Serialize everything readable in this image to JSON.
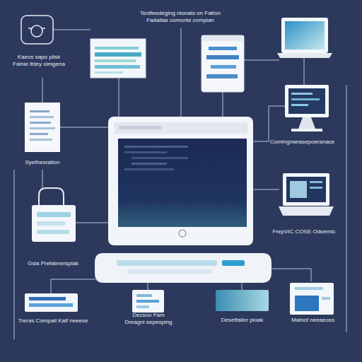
{
  "diagram": {
    "nodes": [
      {
        "text": [
          "Kaeos sapo pilsk Falnie ifdey oimgena"
        ]
      },
      {
        "text": [
          "Syethesration"
        ]
      },
      {
        "text": [
          "Commgnwrasepoeranace"
        ]
      },
      {
        "text": [
          "FrepVIC COSE Odoemic"
        ]
      },
      {
        "text": [
          "Gsla Prefaimerspiak"
        ]
      },
      {
        "text": [
          "Treras Compail Kalf neeese"
        ]
      },
      {
        "text": [
          "Decsoo Fam Dreagni eepesping"
        ]
      },
      {
        "text": [
          "Desetfalior pioak"
        ]
      },
      {
        "text": [
          "Malnof neeaeoss"
        ]
      }
    ],
    "labels": [
      "Textfeedeging nionats on Fatton Fadatlas comonle compian"
    ]
  }
}
